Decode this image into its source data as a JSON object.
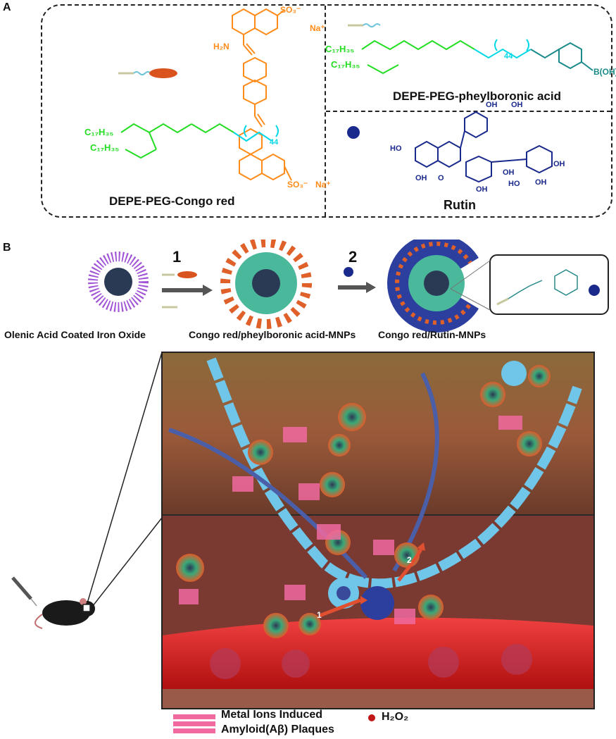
{
  "panels": {
    "a": "A",
    "b": "B"
  },
  "panel_a": {
    "congo_red_label": "DEPE-PEG-Congo red",
    "phenylboronic_label": "DEPE-PEG-pheylboronic acid",
    "rutin_label": "Rutin",
    "peg_repeat": "44",
    "chain": "C17H35",
    "na_ion": "Na+",
    "amine": "H2N",
    "sulfonate": "SO3-"
  },
  "panel_b": {
    "step1": "1",
    "step2": "2",
    "stage1_caption": "Olenic Acid Coated Iron Oxide",
    "stage2_caption": "Congo red/pheylboronic acid-MNPs",
    "stage3_caption": "Congo red/Rutin-MNPs",
    "path1": "1",
    "path2": "2"
  },
  "legend": {
    "plaque_line1": "Metal Ions Induced",
    "plaque_line2": "Amyloid(Aβ) Plaques",
    "h2o2": "H₂O₂"
  },
  "colors": {
    "lipid_green": "#22dd22",
    "peg_cyan": "#00d8e8",
    "congo_orange": "#ff8c1a",
    "rutin_blue": "#1a2a8c",
    "boronic_teal": "#1a8a8a",
    "vessel_red": "#e01818",
    "plaque_pink": "#f06aa0"
  }
}
